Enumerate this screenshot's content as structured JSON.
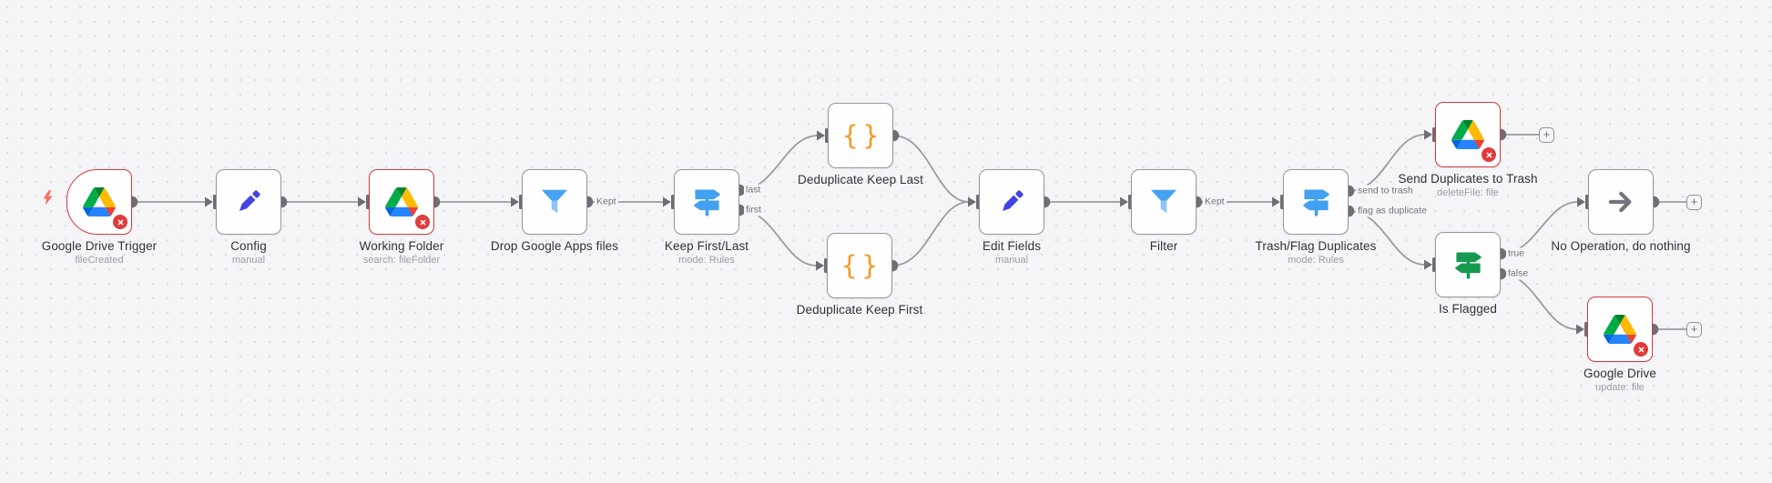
{
  "workflow": {
    "nodes": [
      {
        "label": "Google Drive Trigger",
        "subtitle": "fileCreated",
        "icon": "google-drive",
        "status": "error",
        "type": "trigger"
      },
      {
        "label": "Config",
        "subtitle": "manual",
        "icon": "pencil",
        "status": "ok"
      },
      {
        "label": "Working Folder",
        "subtitle": "search: fileFolder",
        "icon": "google-drive",
        "status": "error"
      },
      {
        "label": "Drop Google Apps files",
        "subtitle": "",
        "icon": "funnel",
        "status": "ok"
      },
      {
        "label": "Keep First/Last",
        "subtitle": "mode: Rules",
        "icon": "switch-blue",
        "status": "ok",
        "outputs": [
          "last",
          "first"
        ]
      },
      {
        "label": "Deduplicate Keep Last",
        "subtitle": "",
        "icon": "code-braces",
        "status": "ok"
      },
      {
        "label": "Deduplicate Keep First",
        "subtitle": "",
        "icon": "code-braces",
        "status": "ok"
      },
      {
        "label": "Edit Fields",
        "subtitle": "manual",
        "icon": "pencil",
        "status": "ok"
      },
      {
        "label": "Filter",
        "subtitle": "",
        "icon": "funnel",
        "status": "ok"
      },
      {
        "label": "Trash/Flag Duplicates",
        "subtitle": "mode: Rules",
        "icon": "switch-blue",
        "status": "ok",
        "outputs": [
          "send to trash",
          "flag as duplicate"
        ]
      },
      {
        "label": "Send Duplicates to Trash",
        "subtitle": "deleteFile: file",
        "icon": "google-drive",
        "status": "error"
      },
      {
        "label": "Is Flagged",
        "subtitle": "",
        "icon": "switch-green",
        "status": "ok",
        "outputs": [
          "true",
          "false"
        ]
      },
      {
        "label": "No Operation, do nothing",
        "subtitle": "",
        "icon": "arrow-right",
        "status": "ok"
      },
      {
        "label": "Google Drive",
        "subtitle": "update: file",
        "icon": "google-drive",
        "status": "error"
      }
    ],
    "connection_labels": {
      "drop_kept": "Kept",
      "kfl_last": "last",
      "kfl_first": "first",
      "filter_kept": "Kept",
      "tf_send": "send to trash",
      "tf_flag": "flag as duplicate",
      "if_true": "true",
      "if_false": "false"
    },
    "connections": [
      {
        "from": "Google Drive Trigger",
        "to": "Config"
      },
      {
        "from": "Config",
        "to": "Working Folder"
      },
      {
        "from": "Working Folder",
        "to": "Drop Google Apps files"
      },
      {
        "from": "Drop Google Apps files",
        "to": "Keep First/Last",
        "label": "Kept"
      },
      {
        "from": "Keep First/Last",
        "output": "last",
        "to": "Deduplicate Keep Last"
      },
      {
        "from": "Keep First/Last",
        "output": "first",
        "to": "Deduplicate Keep First"
      },
      {
        "from": "Deduplicate Keep Last",
        "to": "Edit Fields"
      },
      {
        "from": "Deduplicate Keep First",
        "to": "Edit Fields"
      },
      {
        "from": "Edit Fields",
        "to": "Filter"
      },
      {
        "from": "Filter",
        "to": "Trash/Flag Duplicates",
        "label": "Kept"
      },
      {
        "from": "Trash/Flag Duplicates",
        "output": "send to trash",
        "to": "Send Duplicates to Trash"
      },
      {
        "from": "Trash/Flag Duplicates",
        "output": "flag as duplicate",
        "to": "Is Flagged"
      },
      {
        "from": "Is Flagged",
        "output": "true",
        "to": "No Operation, do nothing"
      },
      {
        "from": "Is Flagged",
        "output": "false",
        "to": "Google Drive"
      }
    ],
    "glyphs": {
      "code_braces": "{}",
      "plus": "+"
    },
    "colors": {
      "canvas_bg": "#f5f5f7",
      "node_border": "#95959d",
      "error_red": "#d23a3c",
      "badge_red": "#e23b3b",
      "edge_gray": "#9b9ba1",
      "connector_gray": "#6e6e76",
      "icon_blue": "#42a1f0",
      "icon_green": "#169a50",
      "icon_orange": "#f59a2a",
      "icon_indigo": "#4144e2",
      "bolt_coral": "#ff6c5e",
      "arrow_gray": "#74747e"
    }
  }
}
